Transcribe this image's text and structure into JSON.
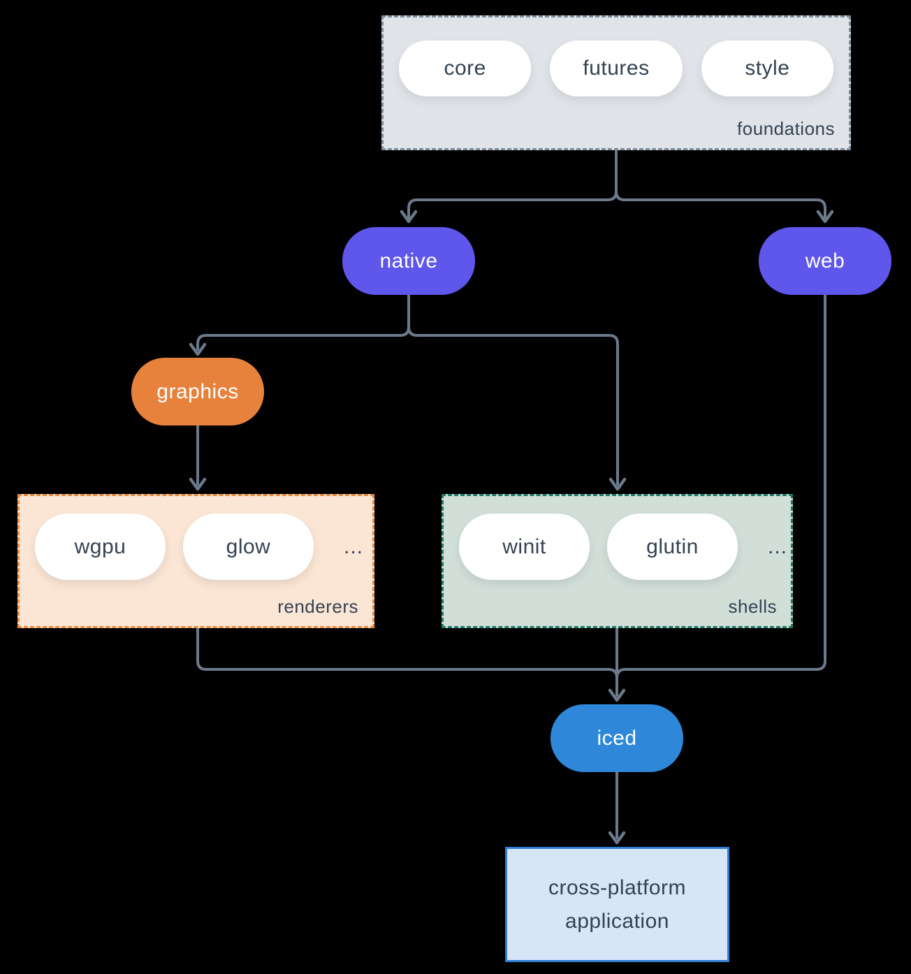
{
  "colors": {
    "background": "#000000",
    "arrow": "#6b7a8b",
    "foundations_bg": "#e0e4e8",
    "foundations_border": "#7d8c9b",
    "node_purple": "#5f56ec",
    "node_orange": "#e6823c",
    "node_blue": "#2e87d8",
    "renderers_bg": "#fbe5d4",
    "renderers_border": "#ec8a3c",
    "shells_bg": "#d2ded8",
    "shells_border": "#1e7a68",
    "app_bg": "#d7e6f7",
    "app_border": "#2f7fd3",
    "pill_bg": "#ffffff",
    "text_dark": "#334253",
    "text_light": "#ffffff"
  },
  "foundations": {
    "label": "foundations",
    "pills": [
      "core",
      "futures",
      "style"
    ]
  },
  "nodes": {
    "native": "native",
    "web": "web",
    "graphics": "graphics",
    "iced": "iced"
  },
  "renderers": {
    "label": "renderers",
    "pills": [
      "wgpu",
      "glow"
    ],
    "more": "..."
  },
  "shells": {
    "label": "shells",
    "pills": [
      "winit",
      "glutin"
    ],
    "more": "..."
  },
  "app": {
    "line1": "cross-platform",
    "line2": "application"
  },
  "edges": [
    {
      "from": "foundations",
      "to": "native"
    },
    {
      "from": "foundations",
      "to": "web"
    },
    {
      "from": "native",
      "to": "graphics"
    },
    {
      "from": "native",
      "to": "shells"
    },
    {
      "from": "graphics",
      "to": "renderers"
    },
    {
      "from": "renderers",
      "to": "iced"
    },
    {
      "from": "shells",
      "to": "iced"
    },
    {
      "from": "web",
      "to": "iced"
    },
    {
      "from": "iced",
      "to": "cross-platform application"
    }
  ]
}
